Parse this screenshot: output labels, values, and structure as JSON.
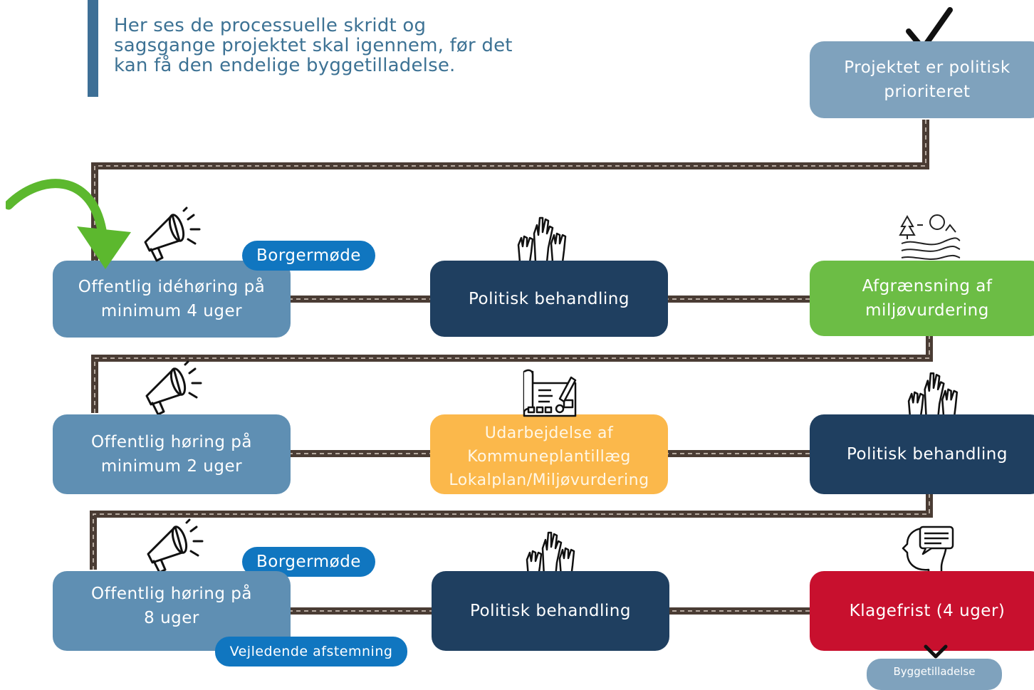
{
  "intro": {
    "line1": "Her ses de processuelle skridt og",
    "line2": "sagsgange projektet skal igennem, før det",
    "line3": "kan få den endelige byggetilladelse."
  },
  "steps": {
    "prioritized": {
      "line1": "Projektet er politisk",
      "line2": "prioriteret"
    },
    "idea_hearing": {
      "line1": "Offentlig idéhøring på",
      "line2": "minimum 4 uger"
    },
    "political1": {
      "label": "Politisk behandling"
    },
    "env_scope": {
      "line1": "Afgrænsning af",
      "line2": "miljøvurdering"
    },
    "hearing2": {
      "line1": "Offentlig høring på",
      "line2": "minimum 2 uger"
    },
    "drafting": {
      "line1": "Udarbejdelse af",
      "line2": "Kommuneplantillæg",
      "line3": "Lokalplan/Miljøvurdering"
    },
    "political2": {
      "label": "Politisk behandling"
    },
    "hearing8": {
      "line1": "Offentlig høring på",
      "line2": "8 uger"
    },
    "political3": {
      "label": "Politisk behandling"
    },
    "complaint": {
      "label": "Klagefrist (4 uger)"
    },
    "permit": {
      "label": "Byggetilladelse"
    }
  },
  "badges": {
    "citizen_meeting_1": "Borgermøde",
    "citizen_meeting_2": "Borgermøde",
    "advisory_vote": "Vejledende afstemning"
  },
  "icons": [
    "checkmark-icon",
    "green-arrow-icon",
    "megaphone-icon",
    "raised-hands-icon",
    "landscape-icon",
    "blueprint-icon",
    "speech-head-icon",
    "chevron-down-icon"
  ],
  "colors": {
    "light_blue": "#5f8fb3",
    "pale_blue": "#7fa2bd",
    "dark_navy": "#1f3f60",
    "green": "#6cbd45",
    "orange": "#fbb84b",
    "red": "#c8102e",
    "badge_blue": "#1076c0",
    "path": "#4a3c34"
  }
}
